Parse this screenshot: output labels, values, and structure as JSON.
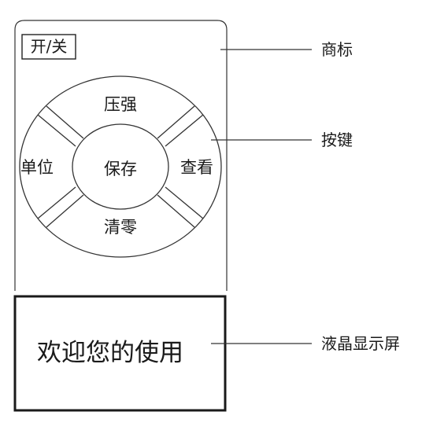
{
  "device": {
    "power_label": "开/关",
    "buttons": {
      "up": "压强",
      "left": "单位",
      "center": "保存",
      "right": "查看",
      "down": "清零"
    },
    "display_text": "欢迎您的使用"
  },
  "callouts": {
    "logo": "商标",
    "keys": "按键",
    "lcd": "液晶显示屏"
  }
}
